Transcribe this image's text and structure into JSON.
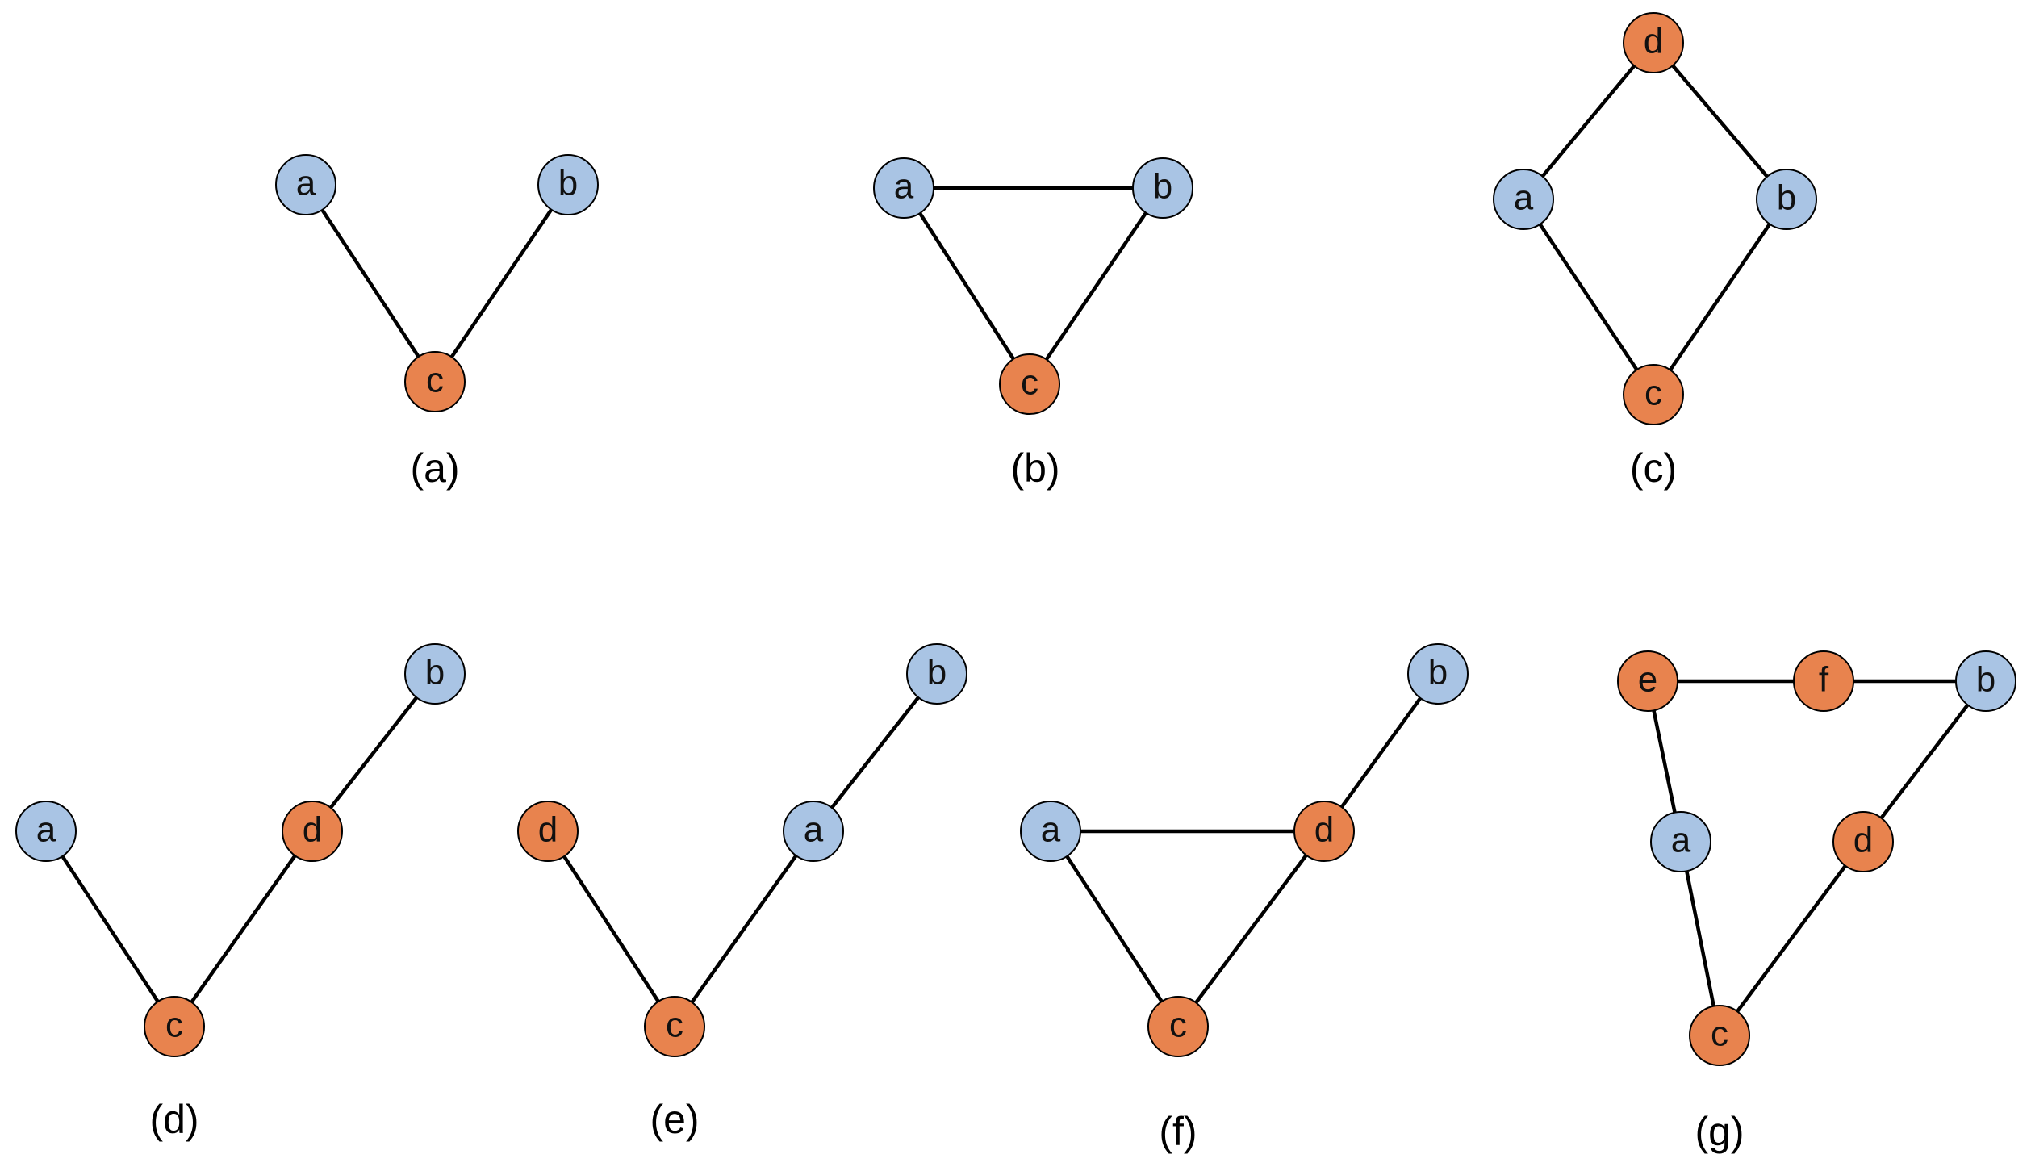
{
  "colors": {
    "blue_node": "#a9c4e4",
    "orange_node": "#e8834e",
    "edge": "#000000"
  },
  "panels": [
    {
      "id": "a",
      "caption": "(a)",
      "nodes": [
        {
          "id": "a1",
          "label": "a",
          "color": "blue"
        },
        {
          "id": "b1",
          "label": "b",
          "color": "blue"
        },
        {
          "id": "c1",
          "label": "c",
          "color": "orange"
        }
      ],
      "edges": [
        [
          "a1",
          "c1"
        ],
        [
          "b1",
          "c1"
        ]
      ]
    },
    {
      "id": "b",
      "caption": "(b)",
      "nodes": [
        {
          "id": "a2",
          "label": "a",
          "color": "blue"
        },
        {
          "id": "b2",
          "label": "b",
          "color": "blue"
        },
        {
          "id": "c2",
          "label": "c",
          "color": "orange"
        }
      ],
      "edges": [
        [
          "a2",
          "b2"
        ],
        [
          "a2",
          "c2"
        ],
        [
          "b2",
          "c2"
        ]
      ]
    },
    {
      "id": "c",
      "caption": "(c)",
      "nodes": [
        {
          "id": "d3",
          "label": "d",
          "color": "orange"
        },
        {
          "id": "a3",
          "label": "a",
          "color": "blue"
        },
        {
          "id": "b3",
          "label": "b",
          "color": "blue"
        },
        {
          "id": "c3",
          "label": "c",
          "color": "orange"
        }
      ],
      "edges": [
        [
          "d3",
          "a3"
        ],
        [
          "d3",
          "b3"
        ],
        [
          "a3",
          "c3"
        ],
        [
          "b3",
          "c3"
        ]
      ]
    },
    {
      "id": "d",
      "caption": "(d)",
      "nodes": [
        {
          "id": "b4",
          "label": "b",
          "color": "blue"
        },
        {
          "id": "a4",
          "label": "a",
          "color": "blue"
        },
        {
          "id": "d4",
          "label": "d",
          "color": "orange"
        },
        {
          "id": "c4",
          "label": "c",
          "color": "orange"
        }
      ],
      "edges": [
        [
          "a4",
          "c4"
        ],
        [
          "c4",
          "d4"
        ],
        [
          "d4",
          "b4"
        ]
      ]
    },
    {
      "id": "e",
      "caption": "(e)",
      "nodes": [
        {
          "id": "b5",
          "label": "b",
          "color": "blue"
        },
        {
          "id": "d5",
          "label": "d",
          "color": "orange"
        },
        {
          "id": "a5",
          "label": "a",
          "color": "blue"
        },
        {
          "id": "c5",
          "label": "c",
          "color": "orange"
        }
      ],
      "edges": [
        [
          "d5",
          "c5"
        ],
        [
          "c5",
          "a5"
        ],
        [
          "a5",
          "b5"
        ]
      ]
    },
    {
      "id": "f",
      "caption": "(f)",
      "nodes": [
        {
          "id": "b6",
          "label": "b",
          "color": "blue"
        },
        {
          "id": "a6",
          "label": "a",
          "color": "blue"
        },
        {
          "id": "d6",
          "label": "d",
          "color": "orange"
        },
        {
          "id": "c6",
          "label": "c",
          "color": "orange"
        }
      ],
      "edges": [
        [
          "a6",
          "d6"
        ],
        [
          "a6",
          "c6"
        ],
        [
          "c6",
          "d6"
        ],
        [
          "d6",
          "b6"
        ]
      ]
    },
    {
      "id": "g",
      "caption": "(g)",
      "nodes": [
        {
          "id": "e7",
          "label": "e",
          "color": "orange"
        },
        {
          "id": "f7",
          "label": "f",
          "color": "orange"
        },
        {
          "id": "b7",
          "label": "b",
          "color": "blue"
        },
        {
          "id": "a7",
          "label": "a",
          "color": "blue"
        },
        {
          "id": "d7",
          "label": "d",
          "color": "orange"
        },
        {
          "id": "c7",
          "label": "c",
          "color": "orange"
        }
      ],
      "edges": [
        [
          "e7",
          "f7"
        ],
        [
          "f7",
          "b7"
        ],
        [
          "e7",
          "a7"
        ],
        [
          "a7",
          "c7"
        ],
        [
          "c7",
          "d7"
        ],
        [
          "d7",
          "b7"
        ]
      ]
    }
  ]
}
